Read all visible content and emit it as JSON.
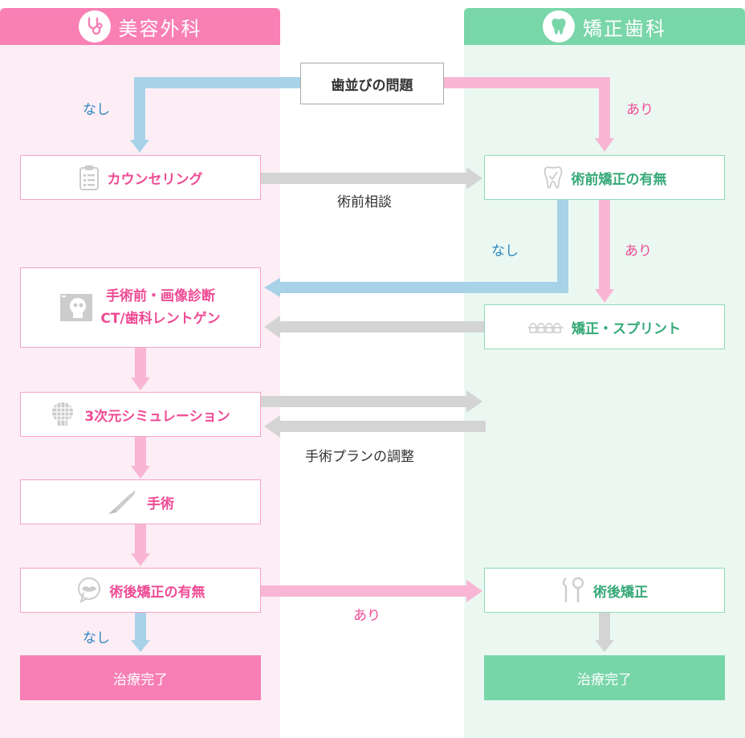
{
  "columns": {
    "left": {
      "title": "美容外科",
      "icon": "stethoscope-icon"
    },
    "right": {
      "title": "矯正歯科",
      "icon": "tooth-icon"
    }
  },
  "start": "歯並びの問題",
  "left_steps": {
    "counseling": "カウンセリング",
    "imaging_line1": "手術前・画像診断",
    "imaging_line2": "CT/歯科レントゲン",
    "simulation": "3次元シミュレーション",
    "surgery": "手術",
    "post_ortho_check": "術後矯正の有無",
    "done": "治療完了"
  },
  "right_steps": {
    "pre_ortho_check": "術前矯正の有無",
    "ortho_splint": "矯正・スプリント",
    "post_ortho": "術後矯正",
    "done": "治療完了"
  },
  "labels": {
    "none_1": "なし",
    "yes_1": "あり",
    "consult": "術前相談",
    "none_2": "なし",
    "yes_2": "あり",
    "plan_adjust": "手術プランの調整",
    "yes_3": "あり",
    "none_3": "なし"
  },
  "colors": {
    "pink": "#f880b5",
    "green": "#79d6a8",
    "blue_arrow": "#a8d2e8",
    "pink_arrow": "#f8b6d4",
    "gray_arrow": "#d4d4d4"
  }
}
